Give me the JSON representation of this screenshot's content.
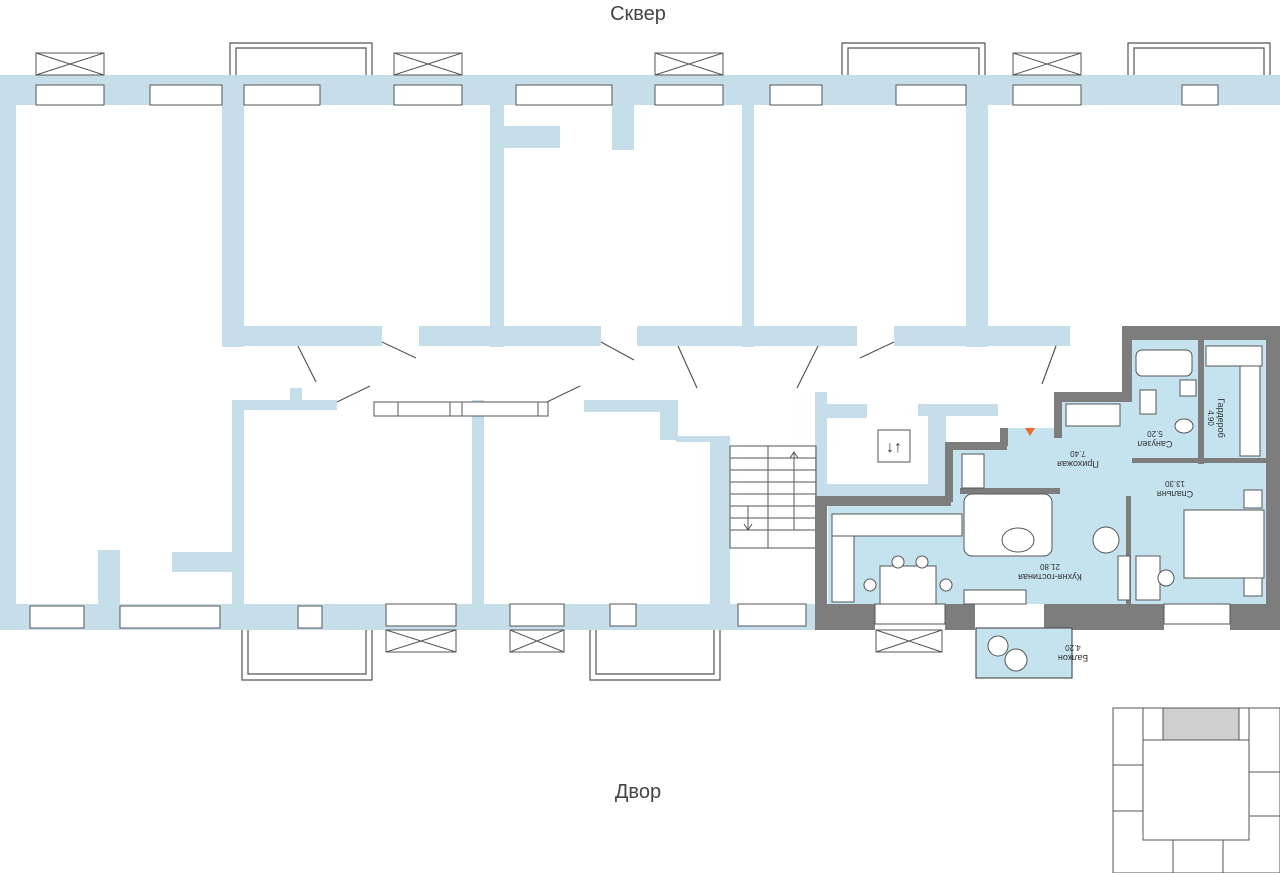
{
  "plan": {
    "top_side_label": "Сквер",
    "bottom_side_label": "Двор",
    "elevator_symbol": "↓↑",
    "rooms": [
      {
        "key": "hallway",
        "name": "Прихожая",
        "area": "7.40"
      },
      {
        "key": "bathroom",
        "name": "Санузел",
        "area": "5.20"
      },
      {
        "key": "wardrobe",
        "name": "Гардероб",
        "area": "4.90"
      },
      {
        "key": "bedroom",
        "name": "Спальня",
        "area": "13.30"
      },
      {
        "key": "kitchen",
        "name": "Кухня-гостиная",
        "area": "21.80"
      },
      {
        "key": "balcony",
        "name": "Балкон",
        "area": "4.20"
      }
    ]
  },
  "colors": {
    "wall": "#c5dee9",
    "selected_wall": "#7d7d7d",
    "selected_floor": "#c5e2ef",
    "marker": "#ef6a2b",
    "key_plan_highlight": "#cfcfcf"
  }
}
